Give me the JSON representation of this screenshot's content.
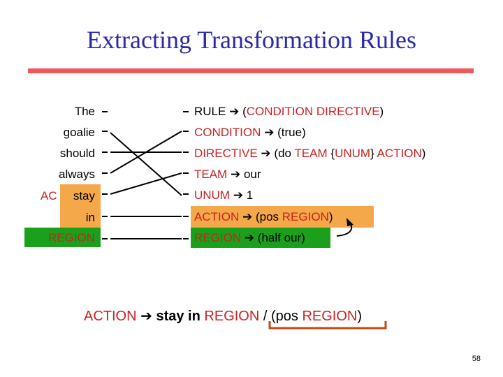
{
  "title": "Extracting Transformation Rules",
  "words": {
    "w1": "The",
    "w2": "goalie",
    "w3": "should",
    "w4": "always",
    "w5_hidden": "AC",
    "w5": "stay",
    "w6": "in",
    "w7": "REGION"
  },
  "rules": {
    "r1": {
      "a": "RULE",
      "b": "(",
      "c": "CONDITION DIRECTIVE",
      "d": ")"
    },
    "r2": {
      "a": "CONDITION",
      "b": "(true)"
    },
    "r3": {
      "a": "DIRECTIVE",
      "b": "(do",
      "c": "TEAM",
      "d": "{",
      "e": "UNUM",
      "f": "}",
      "g": "ACTION",
      "h": ")"
    },
    "r4": {
      "a": "TEAM",
      "b": "our"
    },
    "r5": {
      "a": "UNUM",
      "b": "1"
    },
    "r6": {
      "a": "ACTION",
      "b": "(pos",
      "c": "REGION",
      "d": ")"
    },
    "r7": {
      "a": "REGION",
      "b": "(half our)"
    }
  },
  "bottom": {
    "a": "ACTION",
    "b": "stay in",
    "c": "REGION",
    "d": "/ (pos",
    "e": "REGION",
    "f": ")"
  },
  "page_number": "58",
  "colors": {
    "title": "#2a2aa8",
    "accent_bar": "#f0595a",
    "highlight_orange": "#f5a84a",
    "highlight_green": "#1aa01a",
    "keyword_red": "#cc2020"
  },
  "icons": {
    "arrow": "right-arrow-icon"
  }
}
